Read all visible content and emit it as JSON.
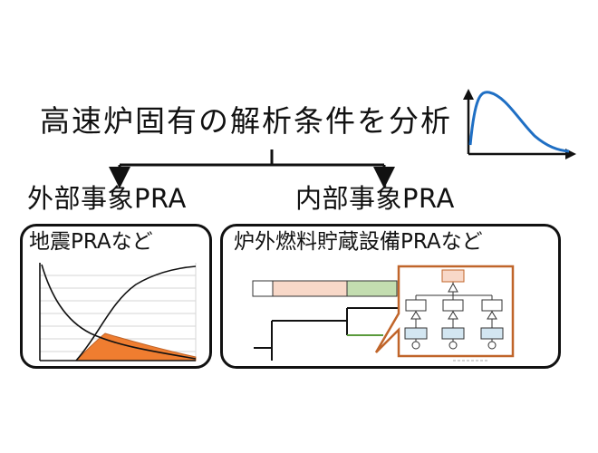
{
  "title": "高速炉固有の解析条件を分析",
  "external": {
    "title": "外部事象PRA",
    "subtitle": "地震PRAなど"
  },
  "internal": {
    "title": "内部事象PRA",
    "subtitle": "炉外燃料貯蔵設備PRAなど"
  },
  "colors": {
    "curve_blue": "#1f6fc4",
    "fill_orange": "#ef7d30",
    "callout_border": "#c0652a",
    "bar_pink": "#f8d8c8",
    "bar_green": "#c3ddb0",
    "node_blue": "#d3e6f1",
    "node_pink": "#f8d8c8",
    "branch_green": "#5a9a3c"
  }
}
